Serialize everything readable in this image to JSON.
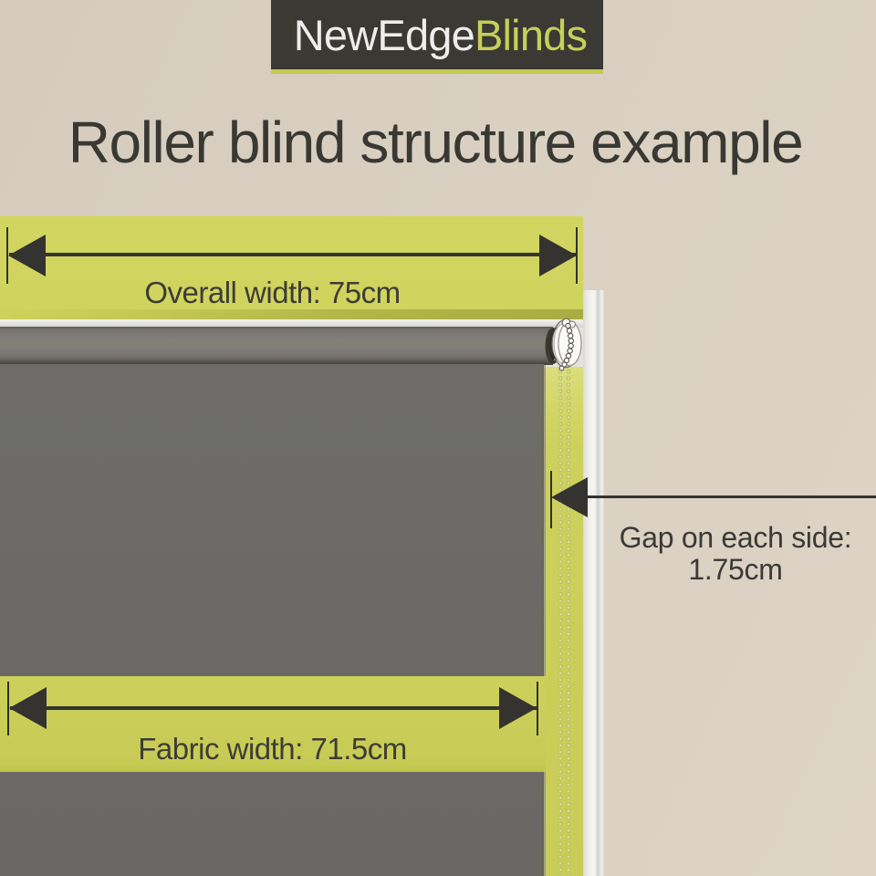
{
  "page": {
    "background_color": "#d9d0c1"
  },
  "logo": {
    "text_primary": "NewEdge",
    "text_accent": "Blinds",
    "box_color": "#3a3934",
    "accent_color": "#c6cf58"
  },
  "title": {
    "text": "Roller blind structure example"
  },
  "diagram": {
    "highlight_color": "#d0d45e",
    "fabric_color": "#6b6a67",
    "labels": {
      "overall_width": "Overall width: 75cm",
      "fabric_width": "Fabric width: 71.5cm",
      "gap_line1": "Gap on each side:",
      "gap_line2": "1.75cm"
    }
  }
}
